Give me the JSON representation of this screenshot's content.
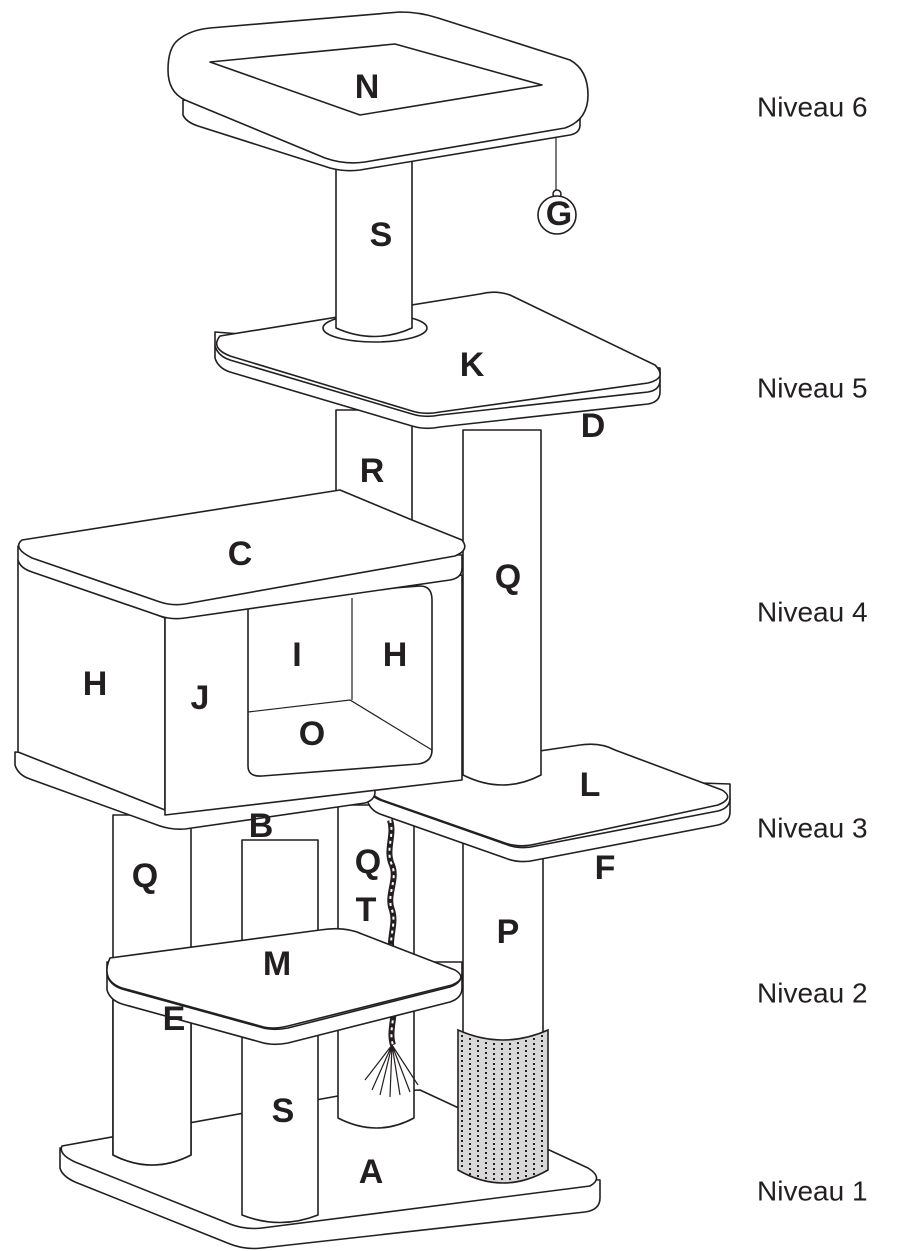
{
  "parts": {
    "A": "A",
    "B": "B",
    "C": "C",
    "D": "D",
    "E": "E",
    "F": "F",
    "G": "G",
    "H_side": "H",
    "H_window": "H",
    "I": "I",
    "J": "J",
    "K": "K",
    "L": "L",
    "M": "M",
    "N": "N",
    "O": "O",
    "P": "P",
    "Q_upper": "Q",
    "Q_left": "Q",
    "Q_mid": "Q",
    "R": "R",
    "S_top": "S",
    "S_bottom": "S",
    "T": "T"
  },
  "levels": [
    "Niveau 6",
    "Niveau 5",
    "Niveau 4",
    "Niveau 3",
    "Niveau 2",
    "Niveau 1"
  ]
}
